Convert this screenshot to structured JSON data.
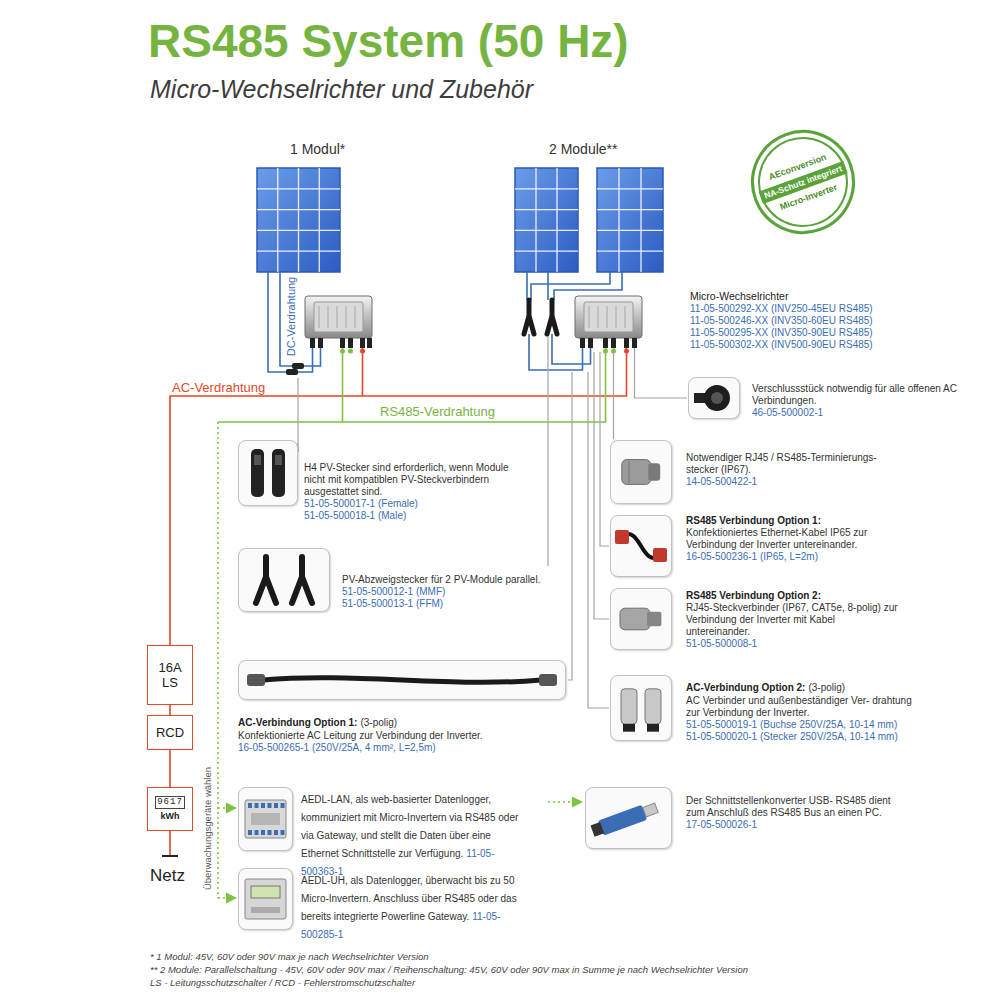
{
  "diagram": {
    "title": "RS485 System (50 Hz)",
    "nodes": [
      {
        "text": [
          "AEconversion",
          "NA-Schutz integriert",
          "Micro-Inverter"
        ]
      },
      {
        "text": [
          "Verschlussstück notwendig für alle offenen AC Verbindungen.",
          "46-05-500002-1"
        ]
      },
      {
        "text": [
          "Notwendiger RJ45 / RS485-Terminierungs- stecker (IP67).",
          "14-05-500422-1"
        ]
      },
      {
        "text": [
          "H4 PV-Stecker sind erforderlich, wenn Module nicht mit kompatiblen PV-Steckverbindern ausgestattet sind.",
          "51-05-500017-1 (Female)",
          "51-05-500018-1 (Male)"
        ]
      },
      {
        "text": [
          "RS485 Verbindung Option 1:",
          "Konfektioniertes Ethernet-Kabel IP65 zur Verbindung der Inverter untereinander.",
          "16-05-500236-1 (IP65, L=2m)"
        ]
      },
      {
        "text": [
          "PV-Abzweigstecker für 2 PV-Module parallel.",
          "51-05-500012-1 (MMF)",
          "51-05-500013-1 (FFM)"
        ]
      },
      {
        "text": [
          "RS485 Verbindung Option 2:",
          "RJ45-Steckverbinder (IP67, CAT5e, 8-polig) zur Verbindung der Inverter mit Kabel untereinander.",
          "51-05-500008-1"
        ]
      },
      {
        "text": [
          "16A LS"
        ]
      },
      {
        "text": [
          "AC-Verbindung Option 1:",
          "(3-polig)",
          "Konfektionierte AC Leitung zur Verbindung der Inverter.",
          "16-05-500265-1 (250V/25A, 4 mm², L=2,5m)"
        ]
      },
      {
        "text": [
          "AC-Verbindung Option 2:",
          "(3-polig)",
          "AC Verbinder und außenbeständiger Ver- drahtung zur Verbindung der Inverter.",
          "51-05-500019-1 (Buchse 250V/25A, 10-14 mm)",
          "51-05-500020-1 (Stecker 250V/25A, 10-14 mm)"
        ]
      },
      {
        "text": [
          "RCD"
        ]
      },
      {
        "text": [
          "9617",
          "kWh"
        ]
      },
      {
        "text": [
          "AEDL-LAN, als web-basierter Datenlogger, kommuniziert mit Micro-Invertern via RS485 oder via Gateway, und stellt die Daten über eine Ethernet Schnittstelle zur Verfügung.",
          "11-05-500363-1"
        ]
      },
      {
        "text": [
          "Der Schnittstellenkonverter USB- RS485 dient zum Anschluß des RS485 Bus an einen PC.",
          "17-05-500026-1"
        ]
      },
      {
        "text": [
          "AEDL-UH, als Datenlogger, überwacht bis zu 50 Micro-Invertern. Anschluss über RS485 oder das bereits integrierte Powerline Gateway.",
          "11-05-500285-1"
        ]
      }
    ],
    "edges": [
      {
        "from": 7,
        "to": 10,
        "arrow": "none"
      },
      {
        "from": 10,
        "to": 11,
        "arrow": "none"
      }
    ],
    "labels": [
      "Micro-Wechselrichter und Zubehör",
      "1 Modul*",
      "2 Module**",
      "DC-Verdrahtung",
      "AC-Verdrahtung",
      "RS485-Verdrahtung",
      "Micro-Wechselrichter",
      "11-05-500292-XX (INV250-45EU RS485)",
      "11-05-500246-XX (INV350-60EU RS485)",
      "11-05-500295-XX (INV350-90EU RS485)",
      "11-05-500302-XX (INV500-90EU RS485)",
      "Überwachungsgeräte wählen",
      "Netz",
      "* 1 Modul: 45V, 60V oder 90V max je nach Wechselrichter Version",
      "** 2 Module: Parallelschaltung - 45V, 60V oder 90V max / Reihenschaltung: 45V, 60V oder 90V max in Summe je nach Wechselrichter Version",
      "LS - Leitungsschutzschalter / RCD - Fehlerstromschutzschalter"
    ]
  }
}
